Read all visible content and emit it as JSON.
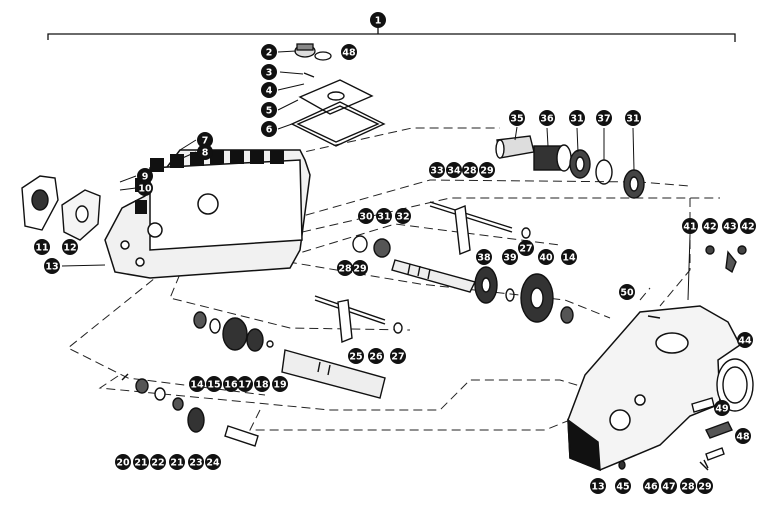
{
  "diagram": {
    "callouts": [
      {
        "id": "c1",
        "label": "1"
      },
      {
        "id": "c2",
        "label": "2"
      },
      {
        "id": "c48a",
        "label": "48"
      },
      {
        "id": "c3",
        "label": "3"
      },
      {
        "id": "c4",
        "label": "4"
      },
      {
        "id": "c5",
        "label": "5"
      },
      {
        "id": "c6",
        "label": "6"
      },
      {
        "id": "c7",
        "label": "7"
      },
      {
        "id": "c8",
        "label": "8"
      },
      {
        "id": "c9",
        "label": "9"
      },
      {
        "id": "c10",
        "label": "10"
      },
      {
        "id": "c11",
        "label": "11"
      },
      {
        "id": "c12",
        "label": "12"
      },
      {
        "id": "c13a",
        "label": "13"
      },
      {
        "id": "c35",
        "label": "35"
      },
      {
        "id": "c36",
        "label": "36"
      },
      {
        "id": "c31a",
        "label": "31"
      },
      {
        "id": "c37",
        "label": "37"
      },
      {
        "id": "c31b",
        "label": "31"
      },
      {
        "id": "c33",
        "label": "33"
      },
      {
        "id": "c34",
        "label": "34"
      },
      {
        "id": "c28a",
        "label": "28"
      },
      {
        "id": "c29a",
        "label": "29"
      },
      {
        "id": "c30",
        "label": "30"
      },
      {
        "id": "c31c",
        "label": "31"
      },
      {
        "id": "c32",
        "label": "32"
      },
      {
        "id": "c27a",
        "label": "27"
      },
      {
        "id": "c41",
        "label": "41"
      },
      {
        "id": "c42a",
        "label": "42"
      },
      {
        "id": "c43",
        "label": "43"
      },
      {
        "id": "c42b",
        "label": "42"
      },
      {
        "id": "c38",
        "label": "38"
      },
      {
        "id": "c39",
        "label": "39"
      },
      {
        "id": "c40",
        "label": "40"
      },
      {
        "id": "c14a",
        "label": "14"
      },
      {
        "id": "c28b",
        "label": "28"
      },
      {
        "id": "c29b",
        "label": "29"
      },
      {
        "id": "c50",
        "label": "50"
      },
      {
        "id": "c44",
        "label": "44"
      },
      {
        "id": "c25",
        "label": "25"
      },
      {
        "id": "c26",
        "label": "26"
      },
      {
        "id": "c27b",
        "label": "27"
      },
      {
        "id": "c14b",
        "label": "14"
      },
      {
        "id": "c15",
        "label": "15"
      },
      {
        "id": "c16",
        "label": "16"
      },
      {
        "id": "c17",
        "label": "17"
      },
      {
        "id": "c18",
        "label": "18"
      },
      {
        "id": "c19",
        "label": "19"
      },
      {
        "id": "c20",
        "label": "20"
      },
      {
        "id": "c21a",
        "label": "21"
      },
      {
        "id": "c22",
        "label": "22"
      },
      {
        "id": "c21b",
        "label": "21"
      },
      {
        "id": "c23",
        "label": "23"
      },
      {
        "id": "c24",
        "label": "24"
      },
      {
        "id": "c13b",
        "label": "13"
      },
      {
        "id": "c45",
        "label": "45"
      },
      {
        "id": "c46",
        "label": "46"
      },
      {
        "id": "c47",
        "label": "47"
      },
      {
        "id": "c28c",
        "label": "28"
      },
      {
        "id": "c29c",
        "label": "29"
      },
      {
        "id": "c48b",
        "label": "48"
      },
      {
        "id": "c49",
        "label": "49"
      }
    ]
  }
}
